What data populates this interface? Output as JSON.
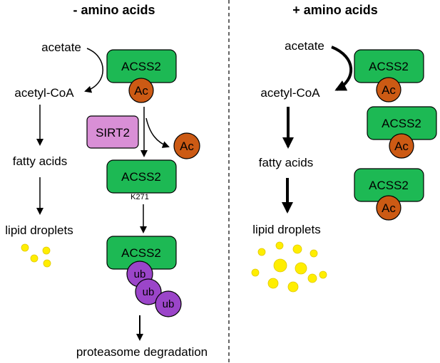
{
  "left_panel": {
    "title": "- amino acids",
    "acetate": "acetate",
    "acetyl_coa": "acetyl-CoA",
    "fatty_acids": "fatty acids",
    "lipid_droplets": "lipid droplets",
    "enzyme_1": "ACSS2",
    "ac_1": "Ac",
    "sirt2": "SIRT2",
    "ac_released": "Ac",
    "enzyme_2": "ACSS2",
    "site": "K271",
    "enzyme_3": "ACSS2",
    "ub_1": "ub",
    "ub_2": "ub",
    "ub_3": "ub",
    "degradation": "proteasome degradation"
  },
  "right_panel": {
    "title": "+ amino acids",
    "acetate": "acetate",
    "acetyl_coa": "acetyl-CoA",
    "fatty_acids": "fatty acids",
    "lipid_droplets": "lipid droplets",
    "enzyme_1": "ACSS2",
    "ac_1": "Ac",
    "enzyme_2": "ACSS2",
    "ac_2": "Ac",
    "enzyme_3": "ACSS2",
    "ac_3": "Ac"
  },
  "colors": {
    "acss2": "#1db954",
    "acetyl": "#cc5a14",
    "sirt2": "#d98fd6",
    "ubiquitin": "#9b45c9",
    "lipid": "#ffee00"
  }
}
